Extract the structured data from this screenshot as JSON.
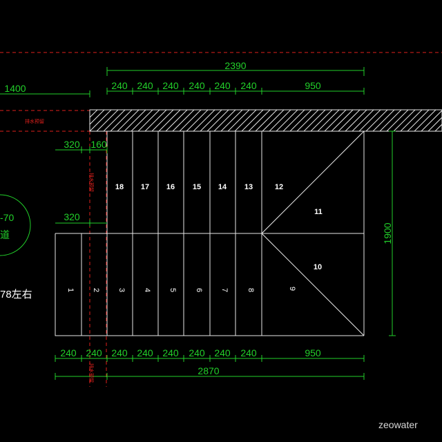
{
  "colors": {
    "background": "#000000",
    "dimension": "#22d02a",
    "outline": "#e8e8e8",
    "red_line": "#e0201c",
    "hatch": "#e8e8e8",
    "watermark": "#d8d8d8"
  },
  "dimensions": {
    "top_total": "2390",
    "top_segments": [
      "240",
      "240",
      "240",
      "240",
      "240",
      "240",
      "950"
    ],
    "left_offset": "1400",
    "left_a": "320",
    "left_b": "160",
    "left_c": "320",
    "right_height": "1900",
    "bottom_segments": [
      "240",
      "240",
      "240",
      "240",
      "240",
      "240",
      "240",
      "240",
      "950"
    ],
    "bottom_total": "2870"
  },
  "steps": {
    "upper": [
      "18",
      "17",
      "16",
      "15",
      "14",
      "13",
      "12"
    ],
    "upper_landing_a": "11",
    "lower_landing_b": "10",
    "lower": [
      "1",
      "2",
      "3",
      "4",
      "5",
      "6",
      "7",
      "8",
      "9"
    ]
  },
  "annotations": {
    "circle_text_top": "-70",
    "circle_text_bottom": "道",
    "left_note": "78左右",
    "red_label_top": "排水预留",
    "red_label_left": "排水预留",
    "red_label_bottom": "排水预留"
  },
  "watermark": "zeowater"
}
